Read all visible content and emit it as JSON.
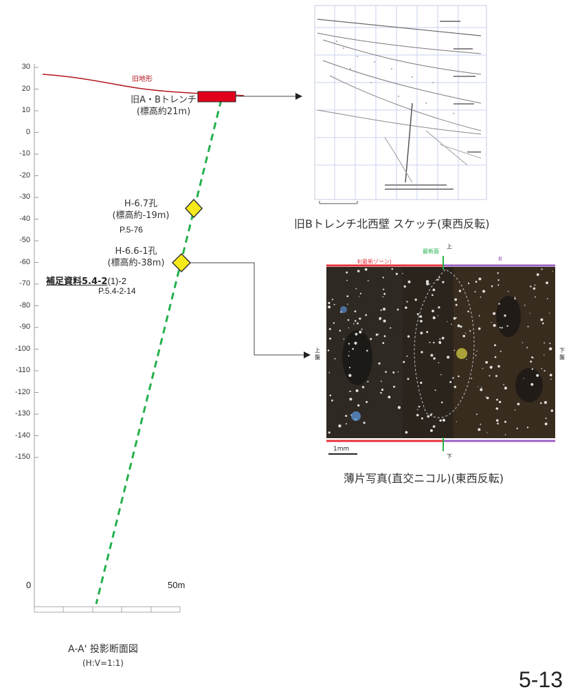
{
  "y_axis_ticks": [
    "30",
    "20",
    "10",
    "0",
    "-10",
    "-20",
    "-30",
    "-40",
    "-50",
    "-60",
    "-70",
    "-80",
    "-90",
    "-100",
    "-110",
    "-120",
    "-130",
    "-140",
    "-150"
  ],
  "x_axis": {
    "start": "0",
    "end": "50m"
  },
  "old_ground_label": "旧地形",
  "trench": {
    "line1": "旧A・Bトレンチ",
    "line2": "(標高約21m)"
  },
  "borehole_67": {
    "line1": "H-6.7孔",
    "line2": "(標高約-19m)",
    "ref": "P.5-76"
  },
  "borehole_661": {
    "line1": "H-6.6-1孔",
    "line2": "(標高約-38m)",
    "ref_link": "補足資料5.4-2",
    "ref_suffix": "(1)-2",
    "ref_page": "P.5.4-2-14"
  },
  "section_title": {
    "line1": "A-A' 投影断面図",
    "line2": "(H:V=1:1)"
  },
  "sketch_caption": "旧Bトレンチ北西壁 スケッチ(東西反転)",
  "photo": {
    "caption": "薄片写真(直交ニコル)(東西反転)",
    "left_zone_label": "Ⅱ(最新ゾーン)",
    "fault_label": "最新面",
    "top_mark": "上",
    "bottom_mark": "下",
    "right_zone_label": "Ⅲ",
    "left_side_label": "上盤",
    "right_side_label": "下盤",
    "scale_label": "1mm"
  },
  "page_number": "5-13",
  "colors": {
    "ground_line": "#b0151b",
    "trench_fill": "#e0001b",
    "fault_dash": "#22b04a",
    "diamond": "#f7ea1a",
    "zone_red": "#e8303a",
    "zone_purple": "#9b5fc0"
  }
}
